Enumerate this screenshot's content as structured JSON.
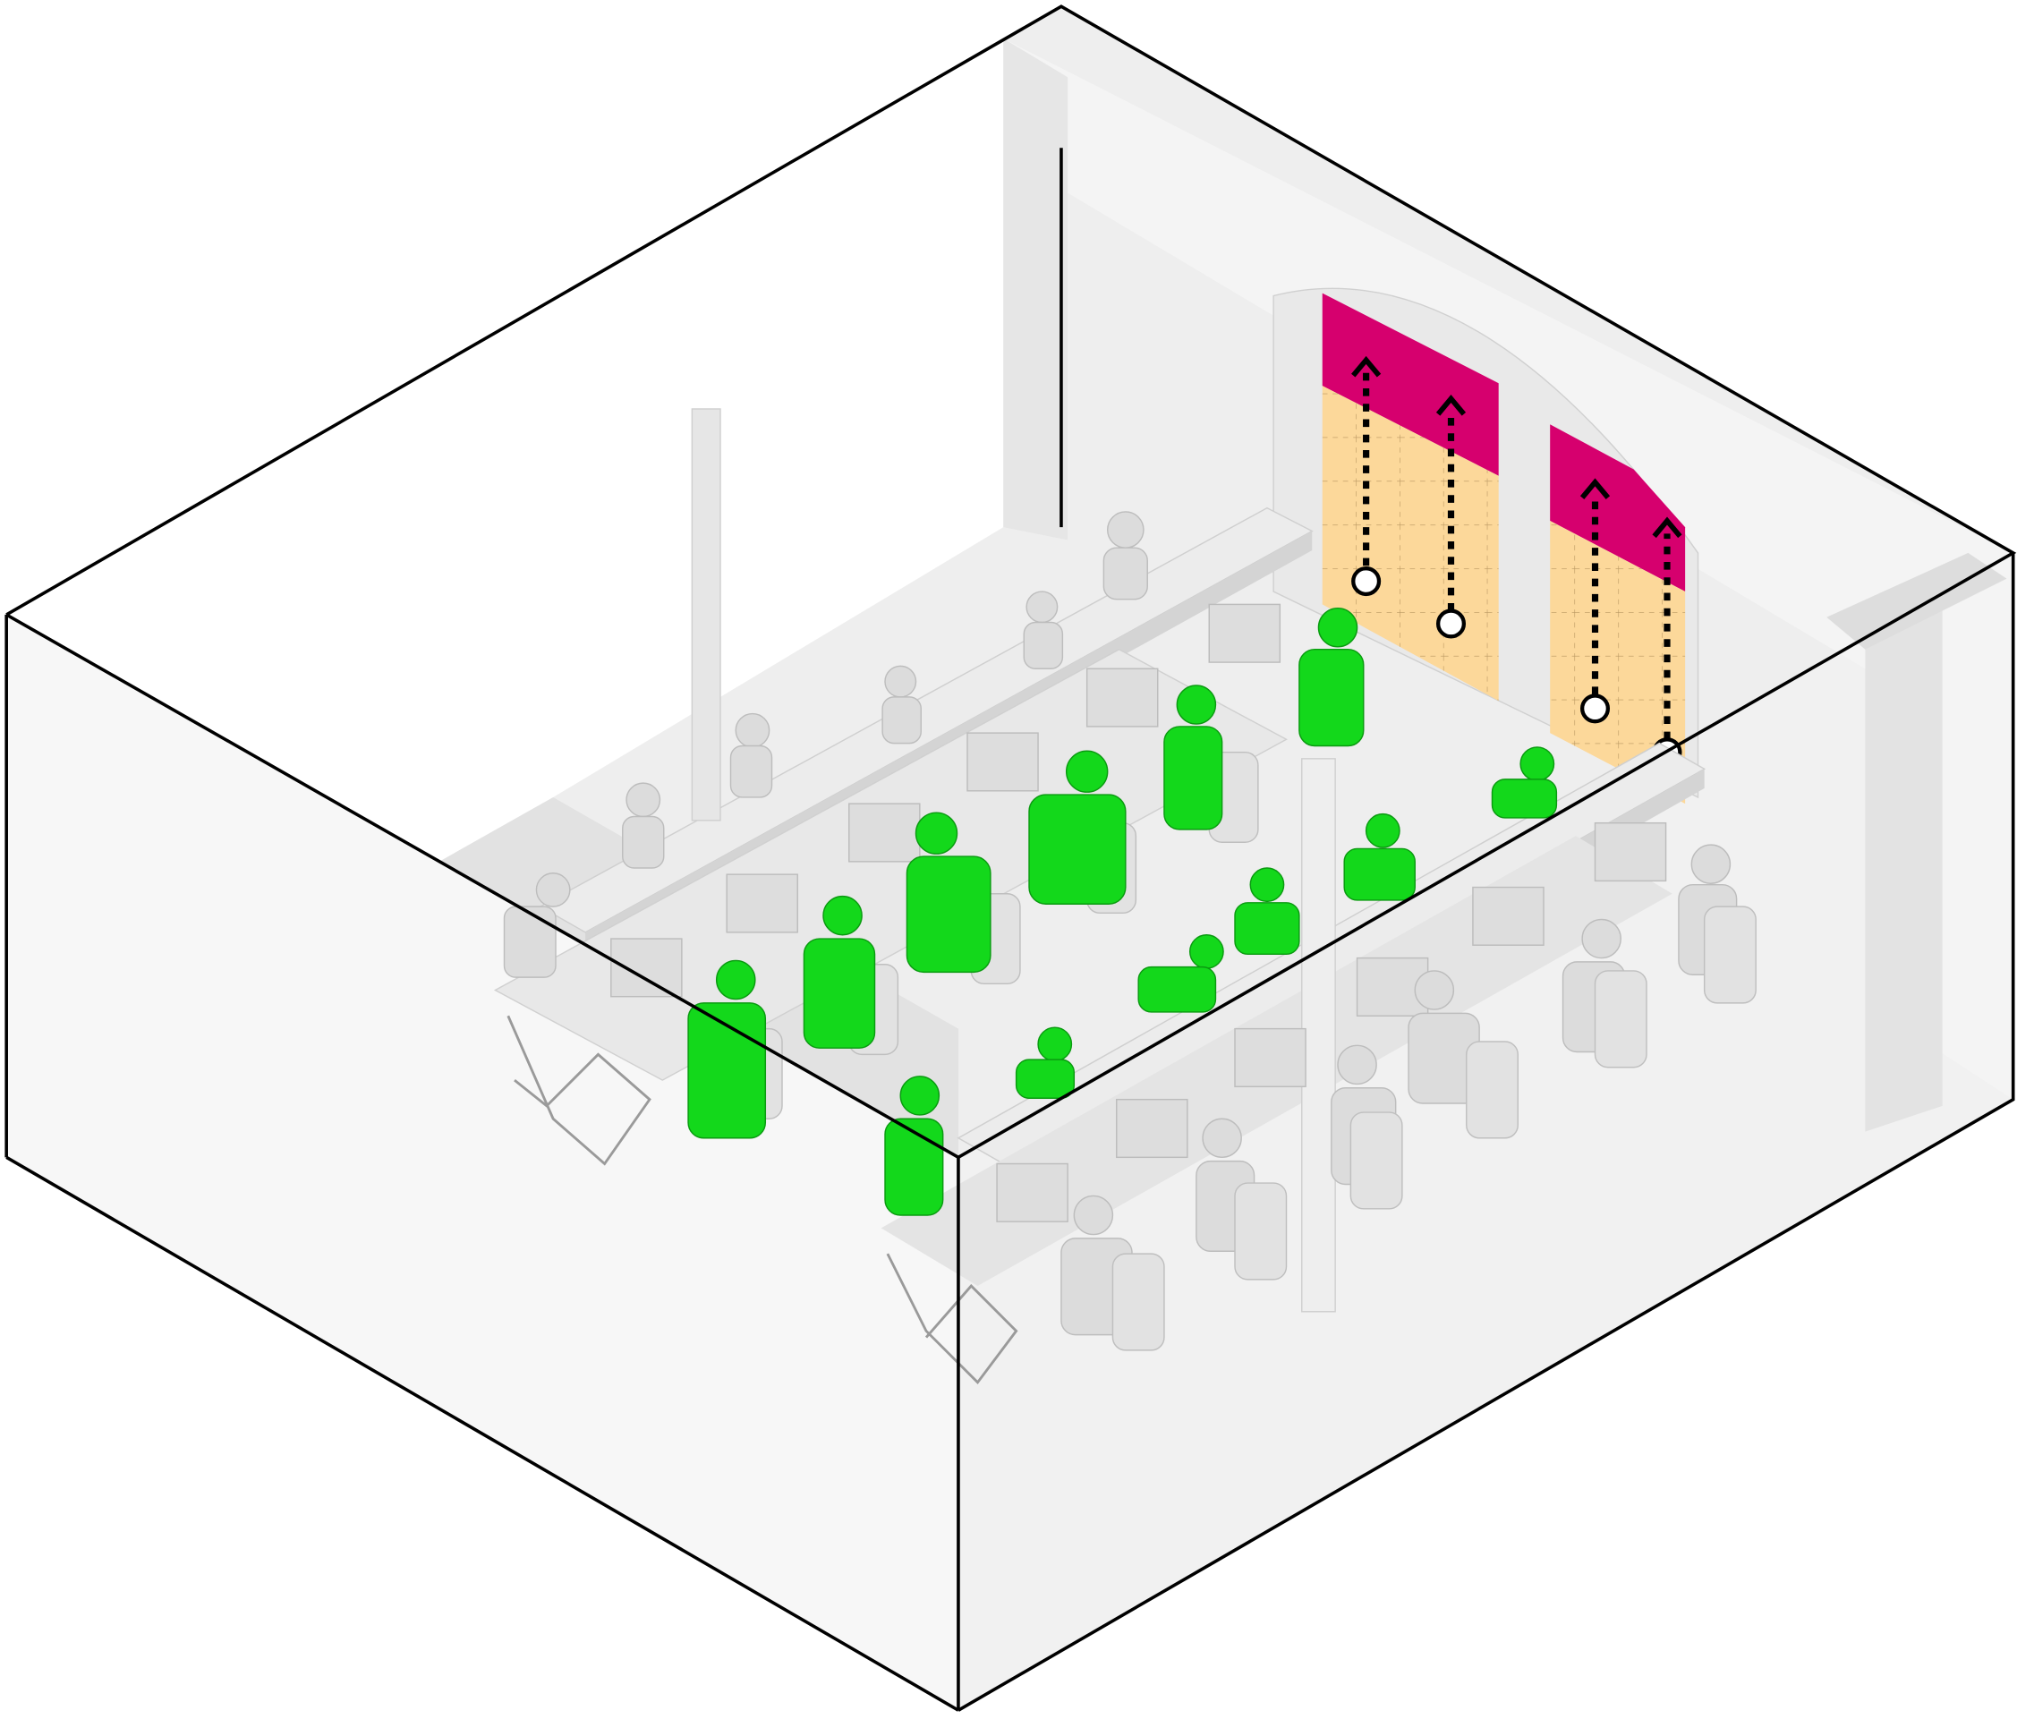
{
  "diagram": {
    "type": "axonometric-room-illustration",
    "subject": "computer-lab",
    "colors": {
      "background": "#ffffff",
      "outline": "#000000",
      "floor": "#eeeeee",
      "walls": "#f3f3f3",
      "wall_shadow": "#dcdcdc",
      "furniture": "#e6e6e6",
      "furniture_shadow": "#c9c9c9",
      "highlighted_people": "#13d81b",
      "other_people": "#dddddd",
      "window_glow_warm": "#fcd89a",
      "window_glow_top": "#d6006e",
      "marker_fill": "#ffffff",
      "arrow_stroke": "#000000"
    },
    "counts": {
      "highlighted_people": 12,
      "other_people": 17,
      "workstation_rows": 3,
      "window_panels": 2,
      "upward_arrows": 4
    }
  }
}
